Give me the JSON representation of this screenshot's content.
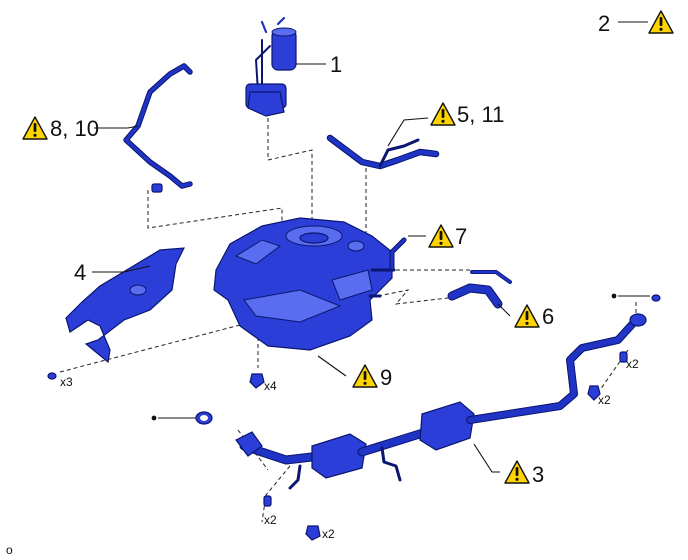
{
  "figure": {
    "code": "o"
  },
  "callouts": {
    "c1": "1",
    "c2": "2",
    "c3": "3",
    "c4": "4",
    "c5": "5, 11",
    "c6": "6",
    "c7": "7",
    "c8": "8, 10",
    "c9": "9"
  },
  "quantities": {
    "q_x3": "x3",
    "q_x4": "x4",
    "q_x2_a": "x2",
    "q_x2_b": "x2",
    "q_x2_c": "x2",
    "q_x2_d": "x2"
  },
  "icons": {
    "caution": "caution-triangle-icon"
  },
  "colors": {
    "part_blue": "#2b3fd8",
    "caution_yellow": "#ffd400"
  }
}
